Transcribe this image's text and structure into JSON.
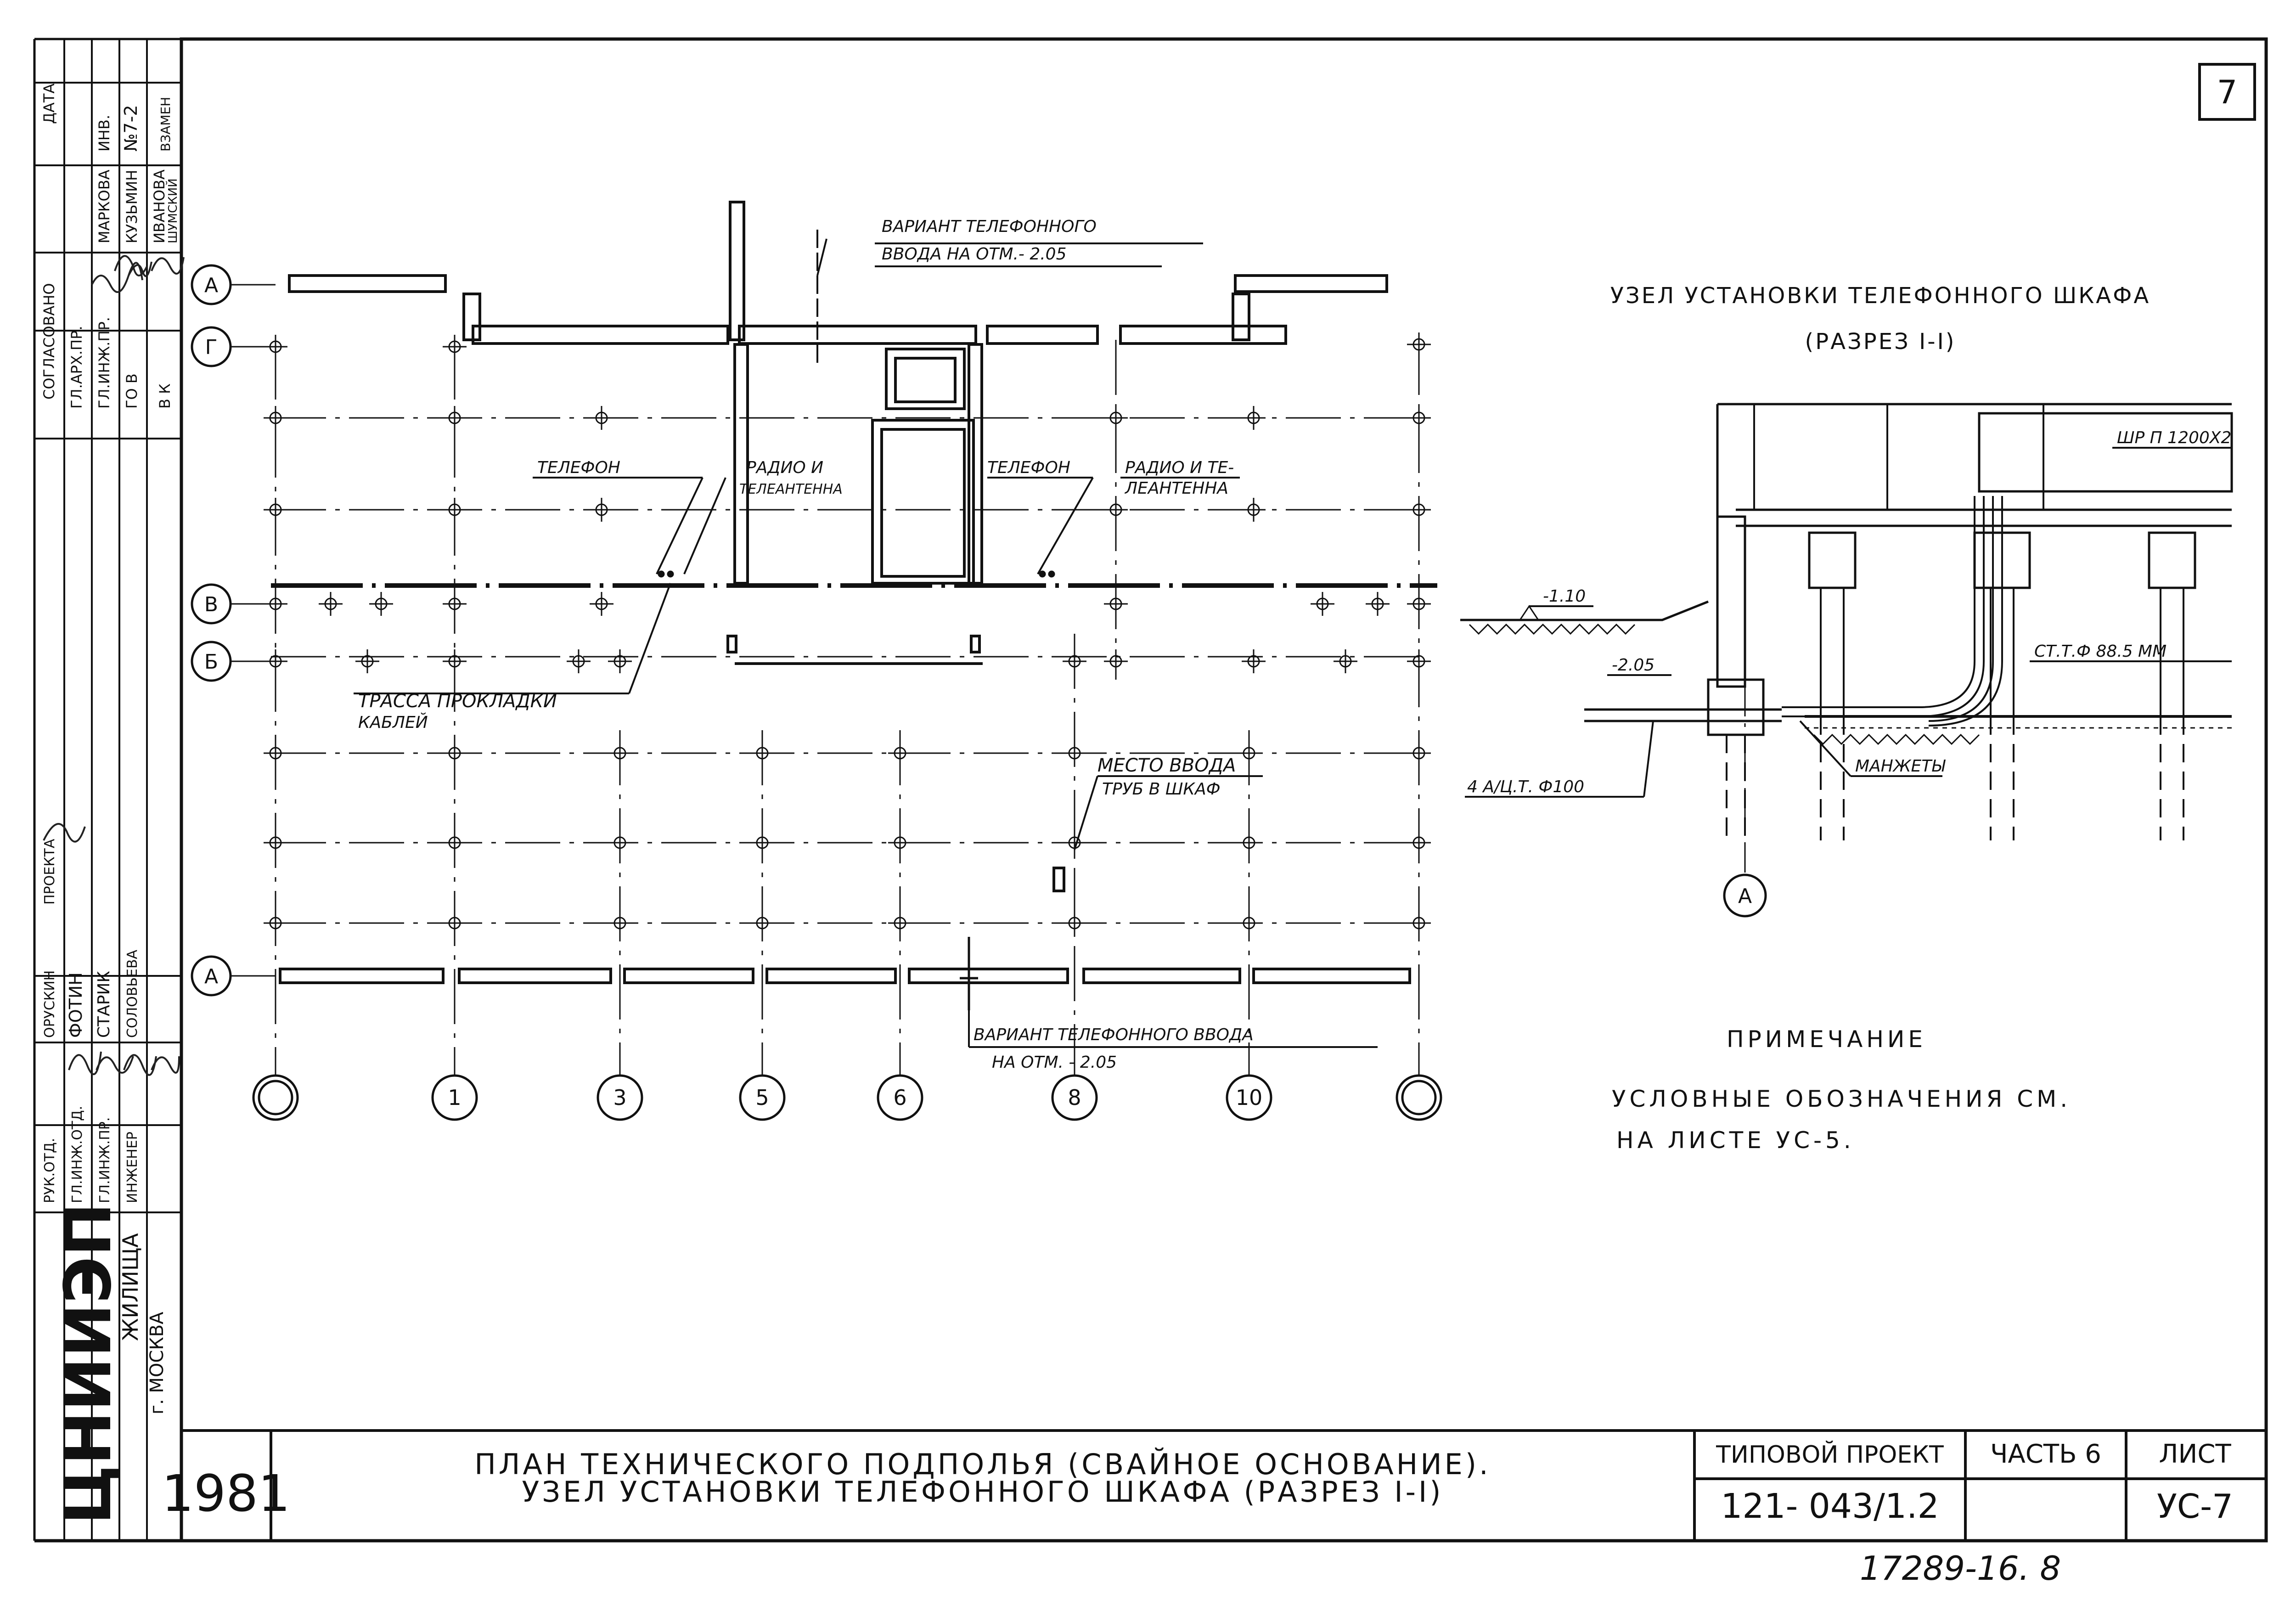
{
  "sheet_number": "7",
  "approvals": {
    "header": "СОГЛАСОВАНО",
    "date_label": "ДАТА",
    "roles": [
      "ГЛ.АРХ.ПР.",
      "ГЛ.ИНЖ.ПР.",
      "ГО В",
      "В К"
    ],
    "names": [
      "МАРКОВА",
      "КУЗЬМИН",
      "ИВАНОВА",
      "ШУМСКИЙ"
    ],
    "inv_label": "ИНВ.",
    "inv_number": "№7-2",
    "replace_label": "ВЗАМЕН",
    "project_label": "ПРОЕКТА"
  },
  "authors": {
    "roles": [
      "РУК.ОТД.",
      "ГЛ.ИНЖ.ОТД.",
      "ГЛ.ИНЖ.ПР.",
      "ИНЖЕНЕР"
    ],
    "names": [
      "ОРУСКИН",
      "ФОТИН",
      "СТАРИК",
      "СОЛОВЬЕВА"
    ]
  },
  "org": {
    "logo": "ЦНИИЭП",
    "name": "ЖИЛИЩА",
    "city": "г. МОСКВА"
  },
  "plan": {
    "axis_rows": [
      "А",
      "Г",
      "В",
      "Б",
      "А"
    ],
    "axis_columns": [
      "",
      "1",
      "3",
      "5",
      "6",
      "8",
      "10",
      ""
    ],
    "labels": {
      "variant_top_1": "ВАРИАНТ ТЕЛЕФОННОГО",
      "variant_top_2": "ВВОДА НА ОТМ.- 2.05",
      "telephone_left": "ТЕЛЕФОН",
      "radio_left_1": "РАДИО И",
      "radio_left_2": "ТЕЛЕАНТЕННА",
      "telephone_right": "ТЕЛЕФОН",
      "radio_right_1": "РАДИО И ТЕ-",
      "radio_right_2": "ЛЕАНТЕННА",
      "route_1": "ТРАССА ПРОКЛАДКИ",
      "route_2": "КАБЛЕЙ",
      "entry_1": "МЕСТО ВВОДА",
      "entry_2": "ТРУБ В ШКАФ",
      "variant_bottom_1": "ВАРИАНТ ТЕЛЕФОННОГО ВВОДА",
      "variant_bottom_2": "НА ОТМ. - 2.05"
    }
  },
  "section": {
    "title": "УЗЕЛ УСТАНОВКИ ТЕЛЕФОННОГО ШКАФА",
    "subtitle": "(РАЗРЕЗ I-I)",
    "cabinet": "ШР П 1200Х2",
    "level_1": "-1.10",
    "level_2": "-2.05",
    "pipe": "СТ.Т.Ф 88.5 ММ",
    "cuffs": "МАНЖЕТЫ",
    "asbestos": "4 А/Ц.Т. Ф100",
    "axis": "А"
  },
  "note": {
    "title": "ПРИМЕЧАНИЕ",
    "line1": "УСЛОВНЫЕ ОБОЗНАЧЕНИЯ СМ.",
    "line2": "НА ЛИСТЕ УС-5."
  },
  "title_block": {
    "year": "1981",
    "title_line1": "ПЛАН ТЕХНИЧЕСКОГО ПОДПОЛЬЯ (СВАЙНОЕ ОСНОВАНИЕ).",
    "title_line2": "УЗЕЛ УСТАНОВКИ ТЕЛЕФОННОГО ШКАФА (РАЗРЕЗ I-I)",
    "project_label": "ТИПОВОЙ ПРОЕКТ",
    "project_number": "121- 043/1.2",
    "part_label": "ЧАСТЬ 6",
    "sheet_label": "ЛИСТ",
    "sheet_code": "УС-7"
  },
  "stamp_number": "17289-16. 8"
}
